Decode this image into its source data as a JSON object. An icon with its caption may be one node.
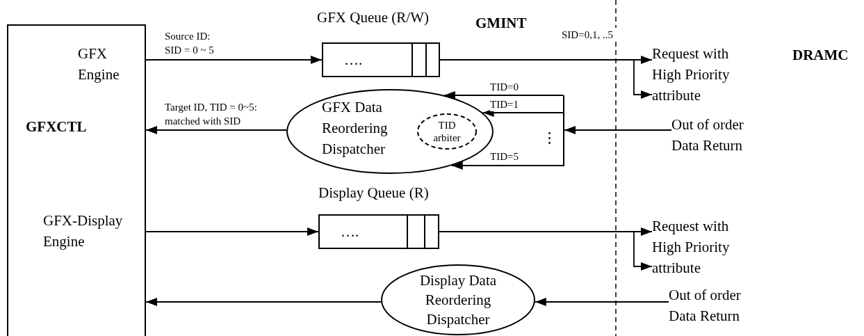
{
  "diagram": {
    "nodes": [
      {
        "text": [
          "GFX Engine",
          "GFXCTL",
          "GFX-Display Engine"
        ]
      },
      {
        "text": [
          "…."
        ],
        "beside": [
          "GFX Queue (R/W)"
        ]
      },
      {
        "text": [
          "GFX Data Reordering Dispatcher"
        ]
      },
      {
        "text": [
          "TID arbiter"
        ],
        "in": 2
      },
      {
        "text": [
          "Request with High Priority attribute"
        ]
      },
      {
        "text": [],
        "shape": "bar"
      },
      {
        "text": [
          "Out of order Data Return"
        ]
      },
      {
        "text": [
          "…."
        ],
        "beside": [
          "Display Queue (R)"
        ]
      },
      {
        "text": [
          "Display Data Reordering Dispatcher"
        ]
      },
      {
        "text": [
          "Request with High Priority attribute"
        ]
      },
      {
        "text": [
          "Out of order Data Return"
        ]
      }
    ],
    "edges": [
      {
        "from": 0,
        "to": 1,
        "arrow": "to",
        "label": "Source ID: SID = 0 ~ 5"
      },
      {
        "from": 1,
        "to": 4,
        "arrow": "to",
        "label": "SID=0,1, ..5"
      },
      {
        "from": 1,
        "to": 4,
        "arrow": "to"
      },
      {
        "from": 6,
        "to": 5,
        "arrow": "to"
      },
      {
        "from": 5,
        "to": 2,
        "arrow": "to",
        "label": "TID=0"
      },
      {
        "from": 5,
        "to": 2,
        "arrow": "to",
        "label": "TID=1"
      },
      {
        "from": 5,
        "to": 2,
        "arrow": "to",
        "label": "TID=5"
      },
      {
        "from": 2,
        "to": 0,
        "arrow": "to",
        "label": "Target ID, TID = 0~5: matched with SID"
      },
      {
        "from": 0,
        "to": 7,
        "arrow": "to"
      },
      {
        "from": 7,
        "to": 9,
        "arrow": "to"
      },
      {
        "from": 7,
        "to": 9,
        "arrow": "to"
      },
      {
        "from": 10,
        "to": 8,
        "arrow": "to"
      },
      {
        "from": 8,
        "to": 0,
        "arrow": "to"
      }
    ],
    "labels": [
      "GMINT",
      "DRAMC",
      "⋮"
    ]
  }
}
